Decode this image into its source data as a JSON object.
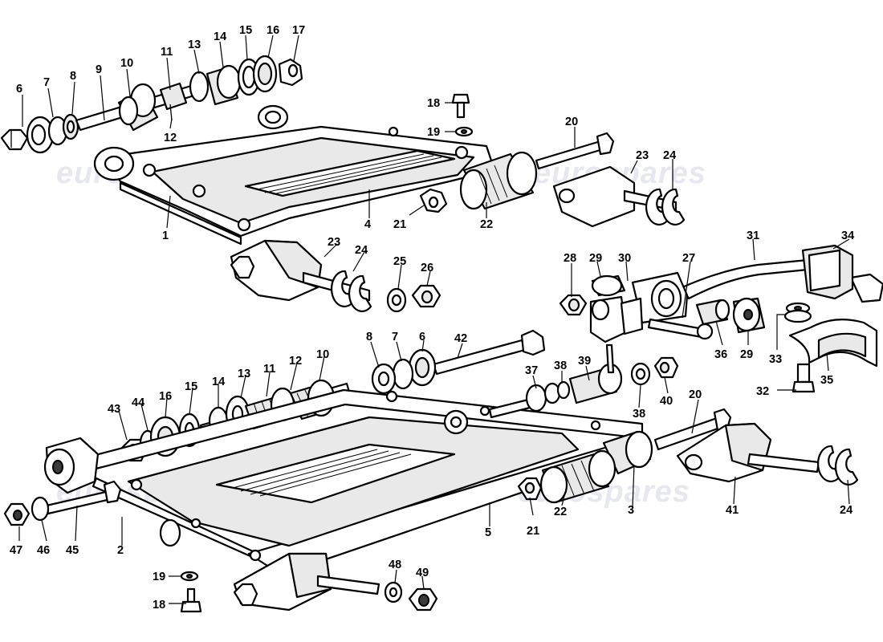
{
  "watermark": "eurospares",
  "labels": {
    "p1": "1",
    "p2": "2",
    "p3": "3",
    "p4": "4",
    "p5": "5",
    "p6a": "6",
    "p6b": "6",
    "p7a": "7",
    "p7b": "7",
    "p8a": "8",
    "p8b": "8",
    "p9": "9",
    "p10a": "10",
    "p10b": "10",
    "p11a": "11",
    "p11b": "11",
    "p12a": "12",
    "p12b": "12",
    "p13a": "13",
    "p13b": "13",
    "p14a": "14",
    "p14b": "14",
    "p15a": "15",
    "p15b": "15",
    "p16a": "16",
    "p16b": "16",
    "p17": "17",
    "p18a": "18",
    "p18b": "18",
    "p19a": "19",
    "p19b": "19",
    "p20a": "20",
    "p20b": "20",
    "p21a": "21",
    "p21b": "21",
    "p22a": "22",
    "p22b": "22",
    "p23a": "23",
    "p23b": "23",
    "p24a": "24",
    "p24b": "24",
    "p24c": "24",
    "p25": "25",
    "p26": "26",
    "p27": "27",
    "p28": "28",
    "p29a": "29",
    "p29b": "29",
    "p30": "30",
    "p31": "31",
    "p32": "32",
    "p33": "33",
    "p34": "34",
    "p35": "35",
    "p36": "36",
    "p37": "37",
    "p38a": "38",
    "p38b": "38",
    "p39": "39",
    "p40": "40",
    "p41": "41",
    "p42": "42",
    "p43": "43",
    "p44": "44",
    "p45": "45",
    "p46": "46",
    "p47": "47",
    "p48": "48",
    "p49": "49"
  }
}
